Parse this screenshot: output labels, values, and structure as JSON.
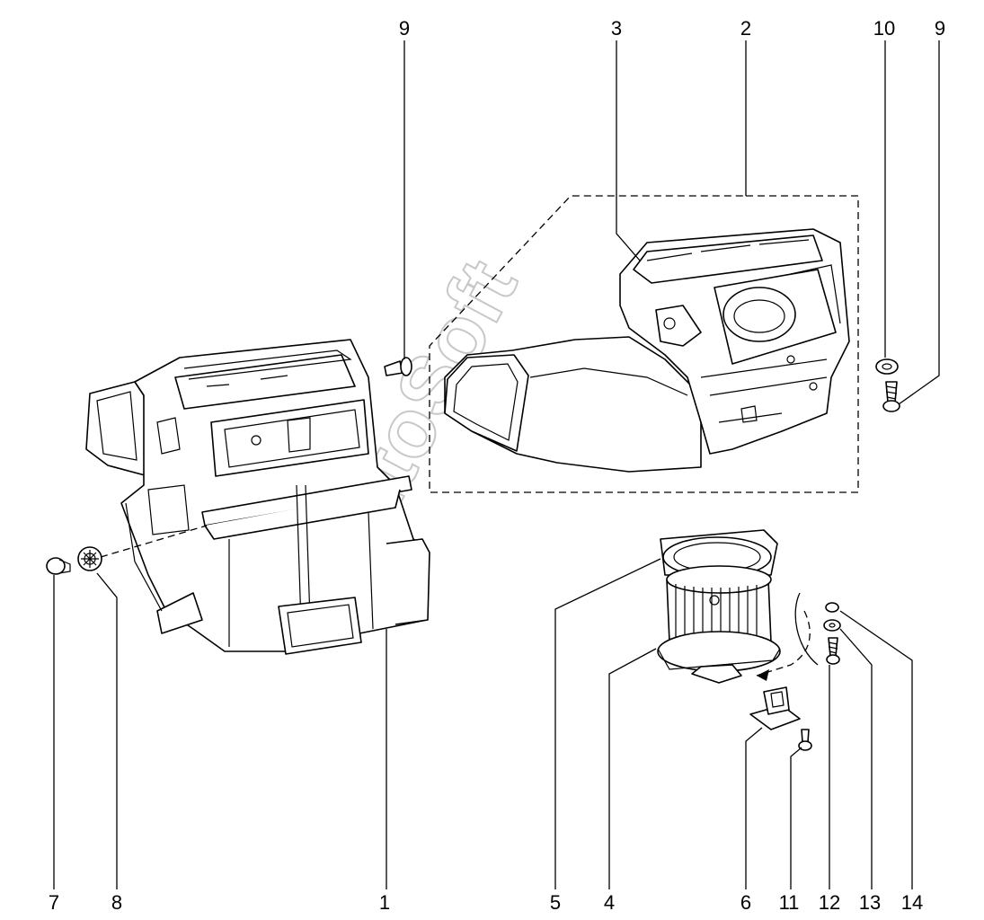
{
  "watermark": "AutoSoft",
  "callouts": [
    {
      "id": "c9a",
      "label": "9"
    },
    {
      "id": "c3",
      "label": "3"
    },
    {
      "id": "c2",
      "label": "2"
    },
    {
      "id": "c10",
      "label": "10"
    },
    {
      "id": "c9b",
      "label": "9"
    },
    {
      "id": "c7",
      "label": "7"
    },
    {
      "id": "c8",
      "label": "8"
    },
    {
      "id": "c1",
      "label": "1"
    },
    {
      "id": "c5",
      "label": "5"
    },
    {
      "id": "c4",
      "label": "4"
    },
    {
      "id": "c6",
      "label": "6"
    },
    {
      "id": "c11",
      "label": "11"
    },
    {
      "id": "c12",
      "label": "12"
    },
    {
      "id": "c13",
      "label": "13"
    },
    {
      "id": "c14",
      "label": "14"
    }
  ]
}
